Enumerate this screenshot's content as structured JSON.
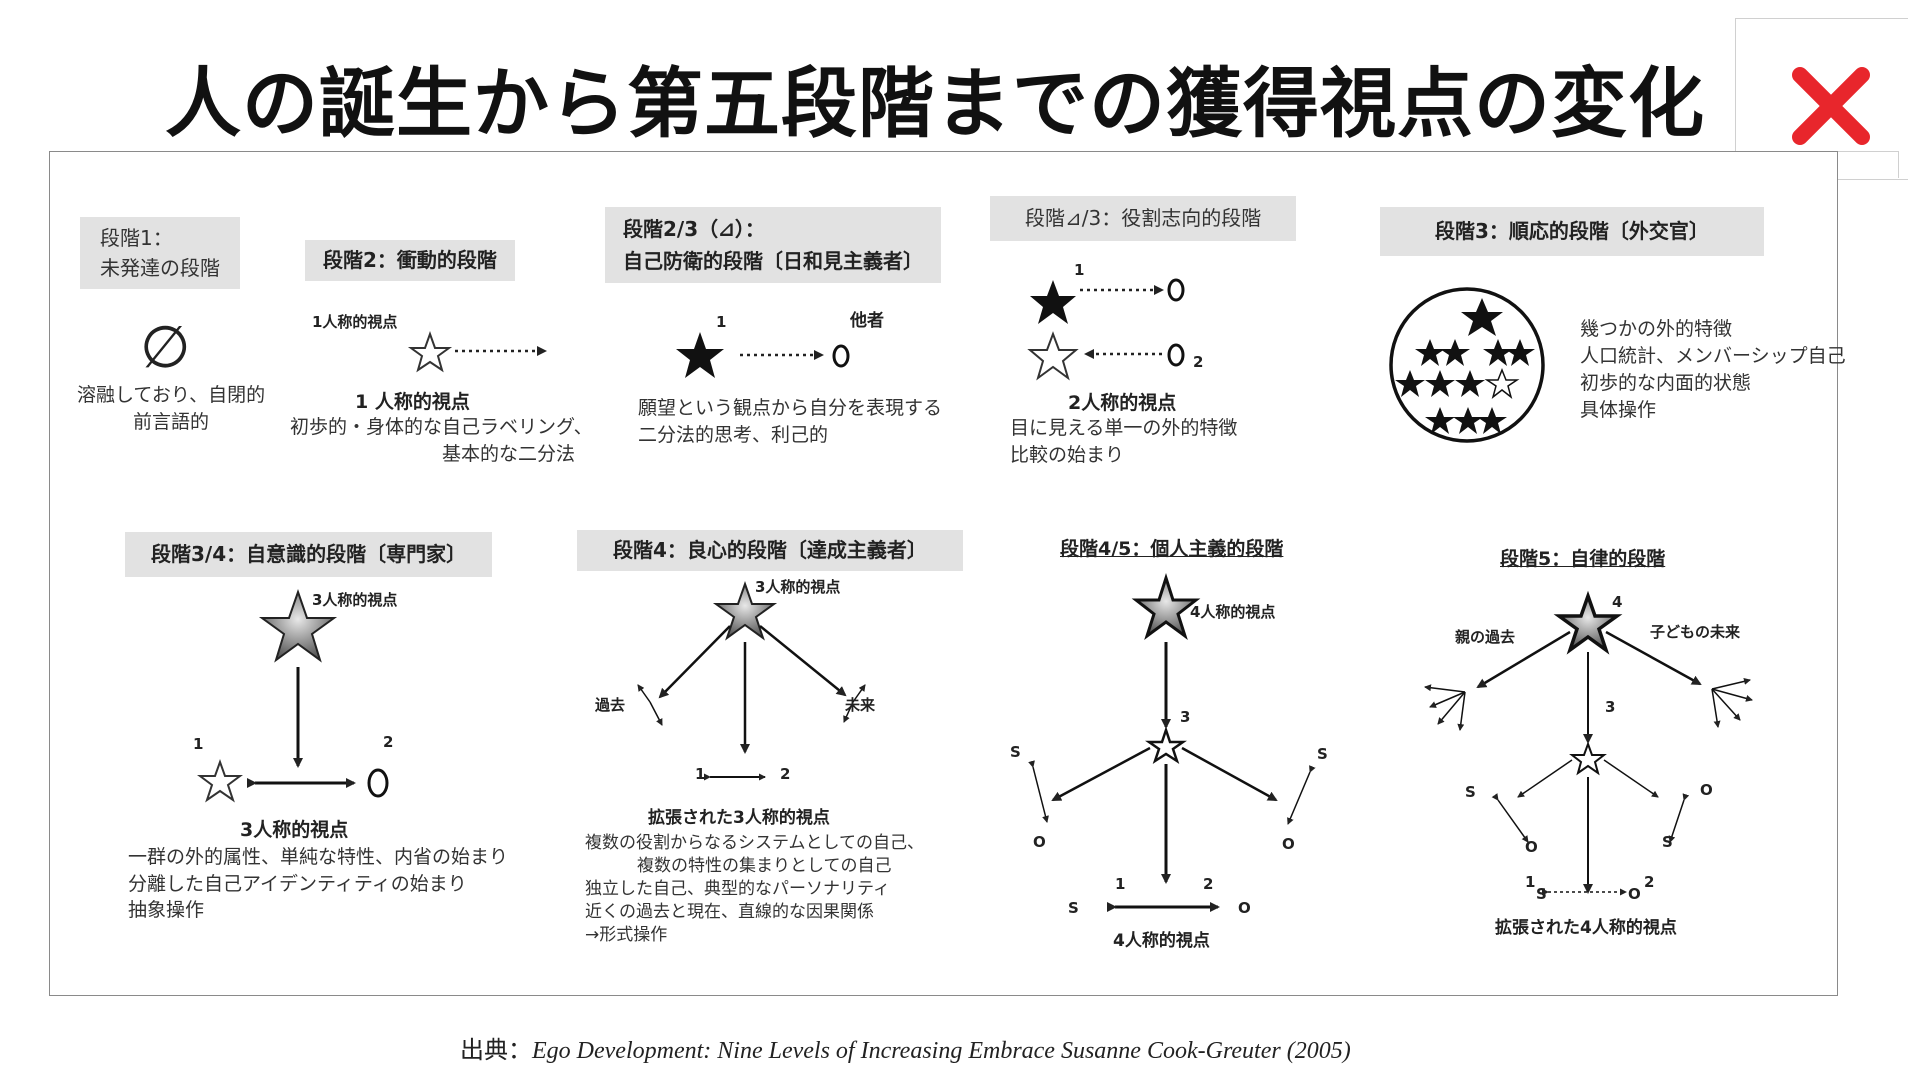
{
  "title": "人の誕生から第五段階までの獲得視点の変化",
  "close_icon": "close-icon",
  "accent_color": "#e8262c",
  "stages": {
    "s1": {
      "label_line1": "段階1：",
      "label_line2": "未発達の段階",
      "symbol": "∅",
      "desc_line1": "溶融しており、自閉的",
      "desc_line2": "前言語的"
    },
    "s2": {
      "label": "段階2：衝動的段階",
      "perspective_small": "1人称的視点",
      "perspective": "1 人称的視点",
      "desc_line1": "初歩的・身体的な自己ラベリング、",
      "desc_line2": "基本的な二分法"
    },
    "s23": {
      "label_line1": "段階2/3（⊿）：",
      "label_line2": "自己防衛的段階〔日和見主義者〕",
      "other": "他者",
      "num1": "1",
      "desc_line1": "願望という観点から自分を表現する",
      "desc_line2": "二分法的思考、利己的"
    },
    "s43": {
      "label": "段階⊿/3：役割志向的段階",
      "num1": "1",
      "num2": "2",
      "perspective": "2人称的視点",
      "desc_line1": "目に見える単一の外的特徴",
      "desc_line2": "比較の始まり"
    },
    "s3": {
      "label": "段階3：順応的段階〔外交官〕",
      "desc_line1": "幾つかの外的特徴",
      "desc_line2": "人口統計、メンバーシップ自己",
      "desc_line3": "初歩的な内面的状態",
      "desc_line4": "具体操作"
    },
    "s34": {
      "label": "段階3/4：自意識的段階〔専門家〕",
      "top_perspective": "3人称的視点",
      "num1": "1",
      "num2": "2",
      "perspective": "3人称的視点",
      "desc_line1": "一群の外的属性、単純な特性、内省の始まり",
      "desc_line2": "分離した自己アイデンティティの始まり",
      "desc_line3": "抽象操作"
    },
    "s4": {
      "label": "段階4：良心的段階〔達成主義者〕",
      "top_perspective": "3人称的視点",
      "past": "過去",
      "future": "未来",
      "num1": "1",
      "num2": "2",
      "perspective": "拡張された3人称的視点",
      "desc_line1": "複数の役割からなるシステムとしての自己、",
      "desc_line2": "複数の特性の集まりとしての自己",
      "desc_line3": "独立した自己、典型的なパーソナリティ",
      "desc_line4": "近くの過去と現在、直線的な因果関係",
      "desc_line5": "→形式操作"
    },
    "s45": {
      "label": "段階4/5：個人主義的段階",
      "top_perspective": "4人称的視点",
      "num3": "3",
      "s": "S",
      "o": "O",
      "num1": "1",
      "num2": "2",
      "perspective": "4人称的視点"
    },
    "s5": {
      "label": "段階5：自律的段階",
      "num4": "4",
      "parents_past": "親の過去",
      "child_future": "子どもの未来",
      "num3": "3",
      "s": "S",
      "o": "O",
      "num1": "1",
      "num2": "2",
      "perspective": "拡張された4人称的視点"
    }
  },
  "citation": {
    "prefix": "出典：",
    "text": "Ego Development: Nine Levels of Increasing Embrace Susanne Cook-Greuter (2005)"
  }
}
